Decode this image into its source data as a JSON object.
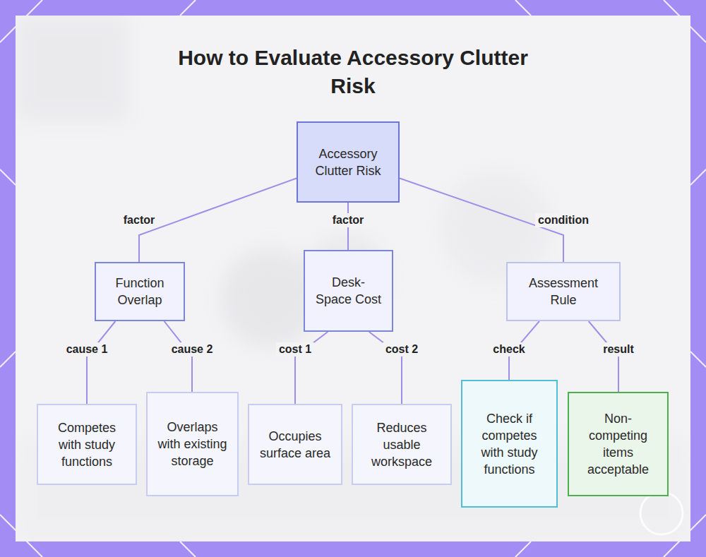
{
  "diagram": {
    "title": "How to Evaluate Accessory Clutter Risk",
    "nodes": [
      {
        "text": [
          "Accessory Clutter Risk"
        ]
      },
      {
        "text": [
          "Function Overlap"
        ]
      },
      {
        "text": [
          "Desk-Space Cost"
        ]
      },
      {
        "text": [
          "Assessment Rule"
        ]
      },
      {
        "text": [
          "Competes with study functions"
        ]
      },
      {
        "text": [
          "Overlaps with existing storage"
        ]
      },
      {
        "text": [
          "Occupies surface area"
        ]
      },
      {
        "text": [
          "Reduces usable workspace"
        ]
      },
      {
        "text": [
          "Check if competes with study functions"
        ]
      },
      {
        "text": [
          "Non-competing items acceptable"
        ]
      }
    ],
    "edges": [
      {
        "from": 0,
        "to": 1,
        "label": "factor",
        "arrow": "none"
      },
      {
        "from": 0,
        "to": 2,
        "label": "factor",
        "arrow": "none"
      },
      {
        "from": 0,
        "to": 3,
        "label": "condition",
        "arrow": "none"
      },
      {
        "from": 1,
        "to": 4,
        "label": "cause 1",
        "arrow": "none"
      },
      {
        "from": 1,
        "to": 5,
        "label": "cause 2",
        "arrow": "none"
      },
      {
        "from": 2,
        "to": 6,
        "label": "cost 1",
        "arrow": "none"
      },
      {
        "from": 2,
        "to": 7,
        "label": "cost 2",
        "arrow": "none"
      },
      {
        "from": 3,
        "to": 8,
        "label": "check",
        "arrow": "none"
      },
      {
        "from": 3,
        "to": 9,
        "label": "result",
        "arrow": "none"
      }
    ]
  }
}
